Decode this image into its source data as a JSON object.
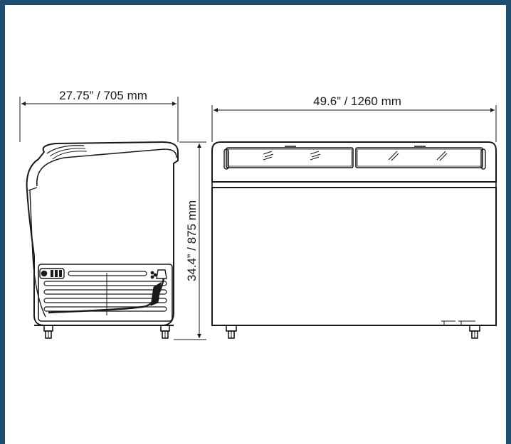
{
  "side_view": {
    "width_label": "27.75” / 705 mm",
    "height_label": "34.4” / 875 mm"
  },
  "front_view": {
    "width_label": "49.6” / 1260 mm"
  },
  "colors": {
    "frame": "#1d4f73",
    "line": "#1a1a1a"
  }
}
